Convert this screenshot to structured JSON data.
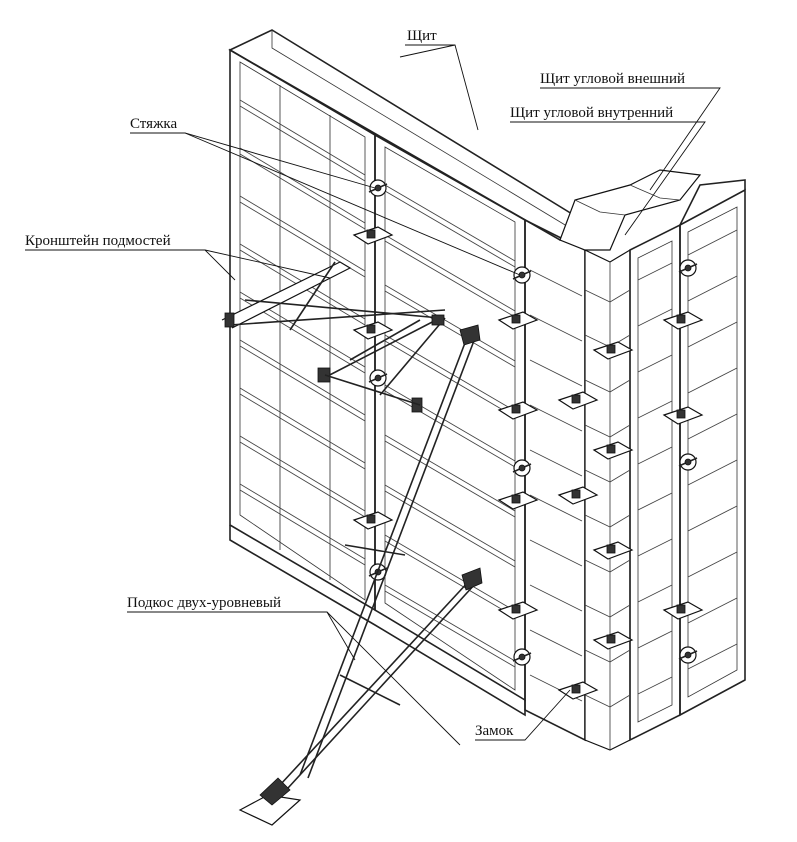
{
  "labels": {
    "panel": "Щит",
    "outer_corner": "Щит угловой внешний",
    "inner_corner": "Щит угловой внутренний",
    "tie": "Стяжка",
    "bracket": "Кронштейн подмостей",
    "brace": "Подкос двух-уровневый",
    "clamp": "Замок"
  },
  "colors": {
    "line": "#222222",
    "background": "#ffffff"
  }
}
